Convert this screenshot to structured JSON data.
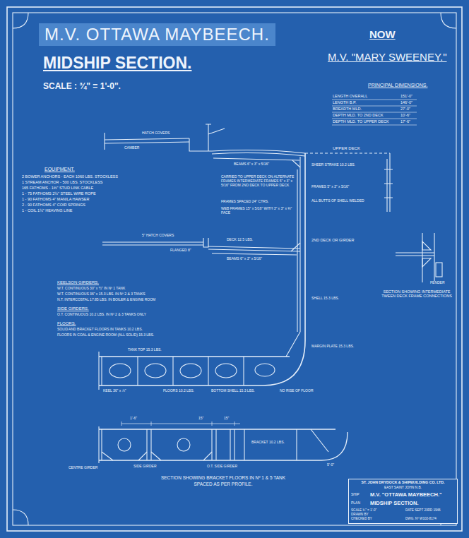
{
  "diagram": {
    "title": "M.V. OTTAWA MAYBEECH.",
    "nodes": [
      {
        "text": [
          "ST. JOHN DRYDOCK & SHIPBUILDING CO. LTD.",
          "EAST SAINT JOHN N.B.",
          "SHIP",
          "M.V. \"OTTAWA MAYBEECH.\"",
          "PLAN",
          "MIDSHIP SECTION.",
          "SCALE ¾\" = 1'-0\"",
          "DATE SEPT 23RD 1946",
          "DRAWN BY",
          "CHECKED BY",
          "DWG. Nº W102-8174"
        ]
      }
    ],
    "labels": [
      "MIDSHIP SECTION.",
      "SCALE : ¾\" = 1'-0\".",
      "NOW",
      "M.V. \"MARY SWEENEY.\"",
      "PRINCIPAL DIMENSIONS.",
      "LENGTH OVERALL",
      "151'-0\"",
      "LENGTH B.P.",
      "146'-0\"",
      "BREADTH MLD.",
      "27'-0\"",
      "DEPTH MLD. TO 2ND DECK",
      "10'-6\"",
      "DEPTH MLD. TO UPPER DECK",
      "17'-6\"",
      "EQUIPMENT.",
      "2 BOWER ANCHORS - EACH 1060 LBS. STOCKLESS",
      "1 STREAM ANCHOR - 500 LBS. STOCKLESS",
      "165 FATHOMS - 1⅜\" STUD LINK CABLE",
      "1 - 75 FATHOMS 2½\" STEEL WIRE ROPE",
      "1 - 90 FATHOMS 4\" MANILA HAWSER",
      "2 - 90 FATHOMS 4\" COIR SPRINGS",
      "1 - COIL 1½\" HEAVING LINE",
      "KEELSON GIRDERS.",
      "W.T. CONTINUOUS 30\" x ½\" IN Nº 1 TANK",
      "W.T. CONTINUOUS 36\" x 15.3 LBS. IN Nº 2 & 3 TANKS",
      "N.T. INTERCOSTAL 17.85 LBS. IN BOILER & ENGINE ROOM",
      "SIDE GIRDERS.",
      "O.T. CONTINUOUS 10.2 LBS. IN Nº 2 & 3 TANKS ONLY",
      "FLOORS.",
      "SOLID AND BRACKET FLOORS IN TANKS 10.2 LBS.",
      "FLOORS IN COAL & ENGINE ROOM (ALL SOLID) 15.3 LBS.",
      "HATCH COVERS",
      "CAMBER",
      "BEAMS 6\" x 3\" x 5/16\"",
      "UPPER DECK",
      "SHEER STRAKE 10.2 LBS.",
      "FRAMES 5\" x 3\" x 5/16\"",
      "ALL BUTTS OF SHELL WELDED",
      "CARRIED TO UPPER DECK ON ALTERNATE FRAMES INTERMEDIATE FRAMES 5\" x 3\" x 5/16\" FROM 2ND DECK TO UPPER DECK",
      "FRAMES SPACED 24\" CTRS.",
      "WEB FRAMES 15\" x 5/16\" WITH 3\" x 3\" x ⅜\" FACE",
      "5\" HATCH COVERS",
      "DECK 12.5 LBS.",
      "BEAMS 6\" x 3\" x 5/16\"",
      "FLANGED 8\"",
      "2ND DECK OR GIRDER",
      "SHELL 15.3 LBS.",
      "MARGIN PLATE 15.3 LBS.",
      "TANK TOP 15.3 LBS.",
      "KEEL 36\" x ⅞\"",
      "FLOORS 10.2 LBS.",
      "BOTTOM SHELL 15.3 LBS.",
      "NO RISE OF FLOOR",
      "SECTION SHOWING INTERMEDIATE TWEEN DECK FRAME CONNECTIONS",
      "FENDER",
      "1'-6\"",
      "15\"",
      "15\"",
      "BRACKET 10.2 LBS.",
      "5'-0\"",
      "CENTRE GIRDER",
      "SIDE GIRDER",
      "O.T. SIDE GIRDER",
      "SECTION SHOWING BRACKET FLOORS IN Nº 1 & 5 TANK",
      "SPACED AS PER PROFILE."
    ]
  }
}
